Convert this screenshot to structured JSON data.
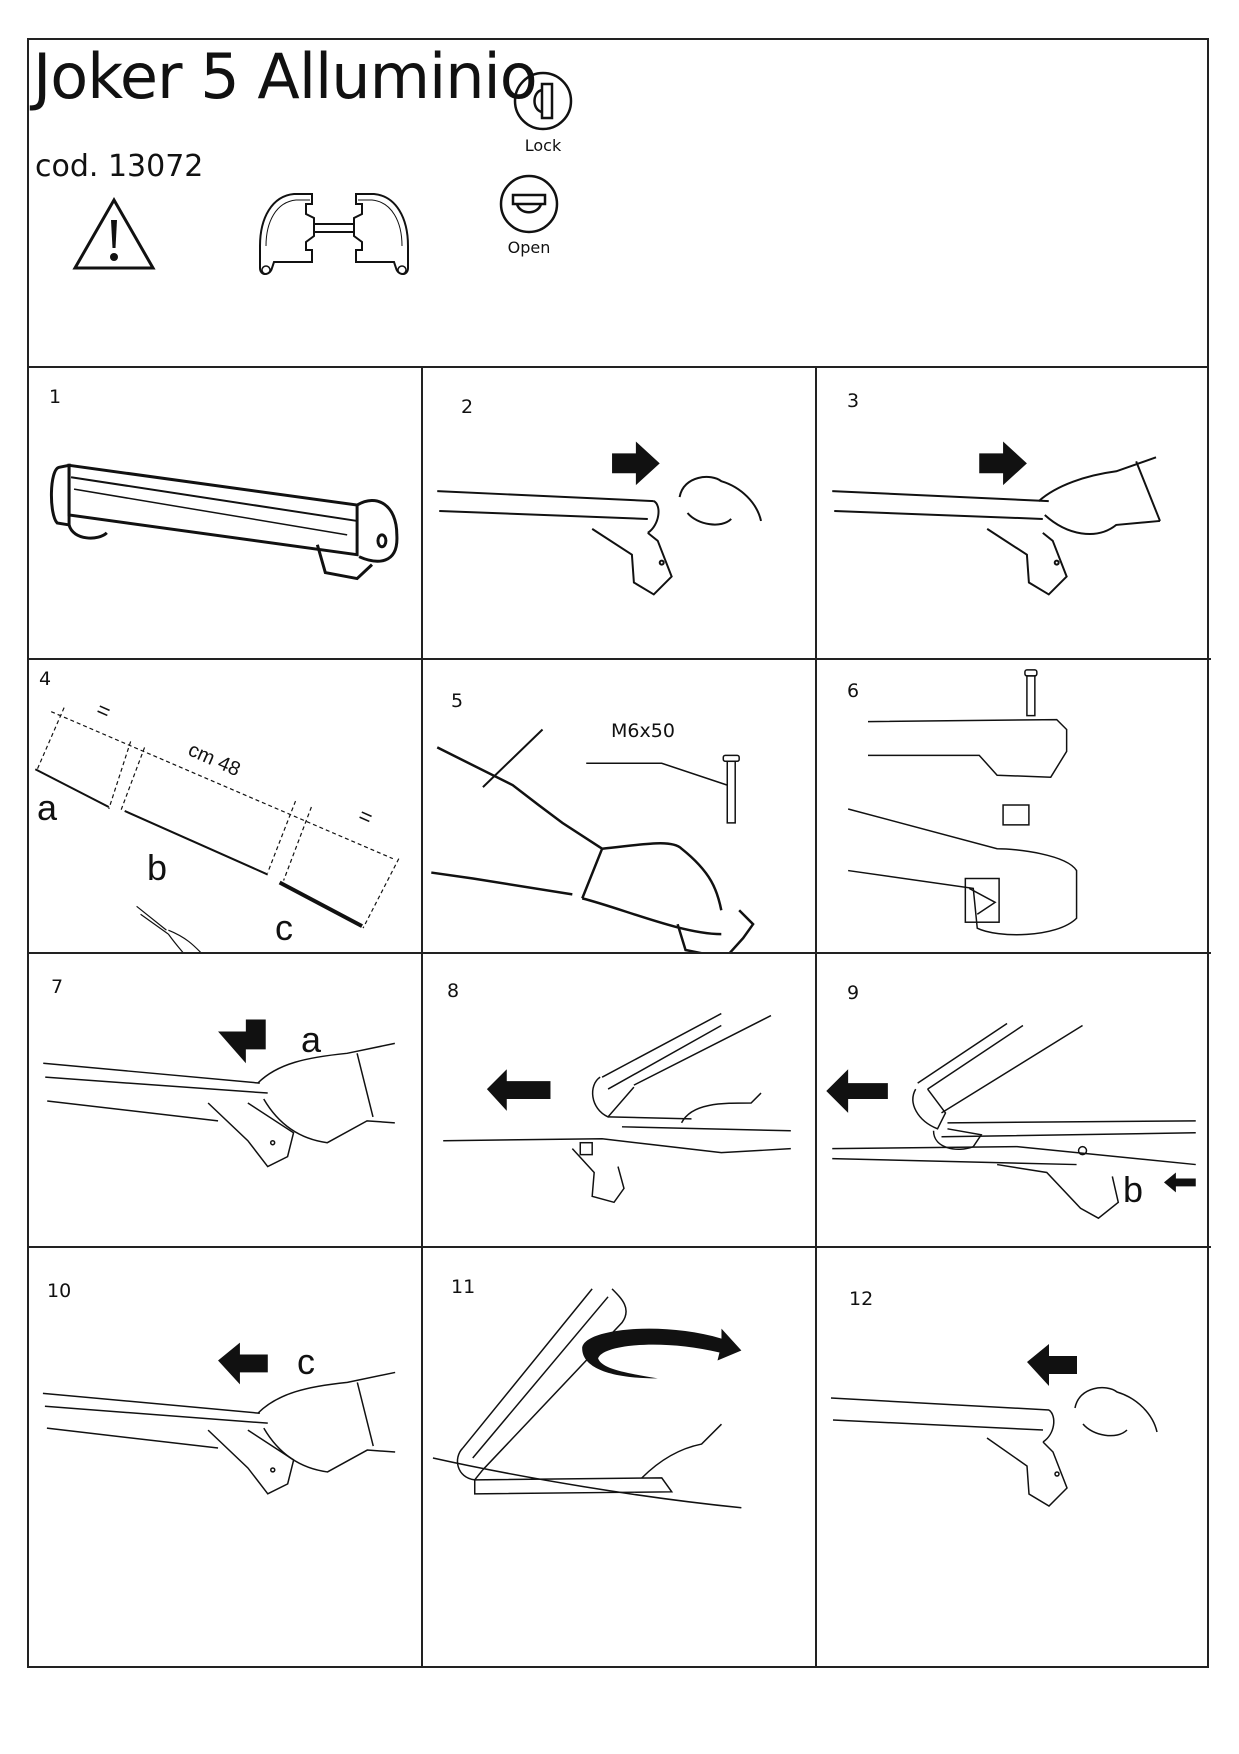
{
  "header": {
    "title": "Joker 5 Alluminio",
    "code": "cod. 13072",
    "warning_icon": "warning-triangle-icon",
    "profile_icon": "bar-profile-section-icon",
    "lock_label": "Lock",
    "open_label": "Open"
  },
  "steps": [
    {
      "number": "1"
    },
    {
      "number": "2"
    },
    {
      "number": "3"
    },
    {
      "number": "4",
      "equal_left": "=",
      "equal_right": "=",
      "measure": "cm 48",
      "part_a": "a",
      "part_b": "b",
      "part_c": "c"
    },
    {
      "number": "5",
      "bolt": "M6x50"
    },
    {
      "number": "6"
    },
    {
      "number": "7",
      "part": "a"
    },
    {
      "number": "8"
    },
    {
      "number": "9",
      "part": "b"
    },
    {
      "number": "10",
      "part": "c"
    },
    {
      "number": "11"
    },
    {
      "number": "12"
    }
  ],
  "colors": {
    "ink": "#111111",
    "paper": "#ffffff"
  }
}
